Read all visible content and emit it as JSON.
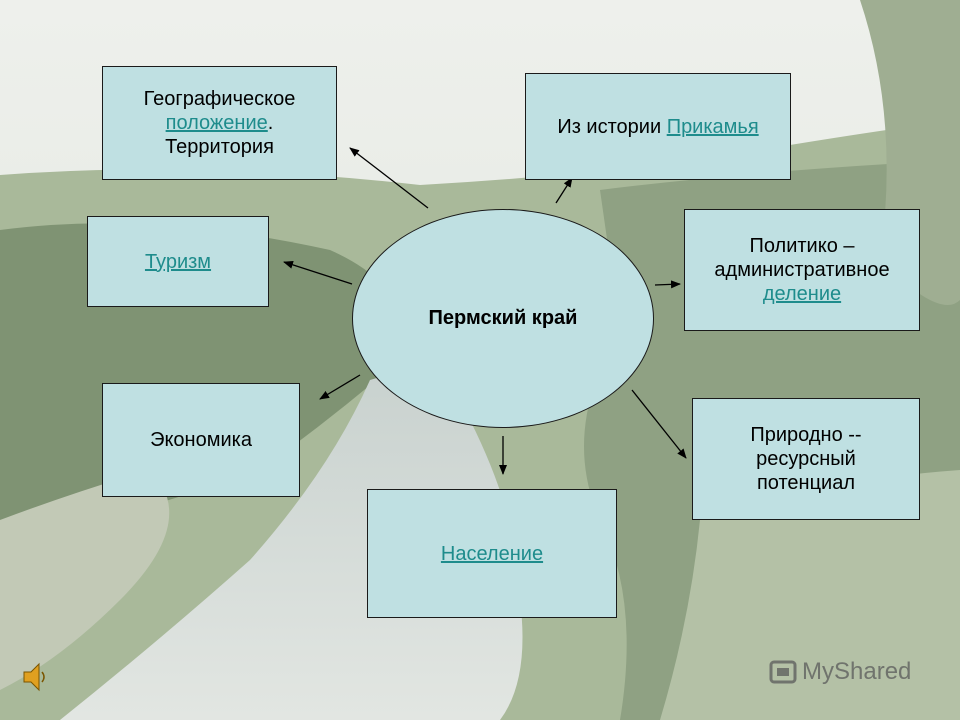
{
  "center": {
    "label": "Пермский край"
  },
  "boxes": {
    "geo": {
      "line1": "Географическое",
      "link": "положение",
      "after_link": ".",
      "line3": "Территория"
    },
    "history": {
      "text": "Из истории ",
      "link": "Прикамья"
    },
    "tourism": {
      "link": "Туризм"
    },
    "political": {
      "line1": "Политико –",
      "line2": "административное",
      "link": "деление"
    },
    "economy": {
      "text": "Экономика"
    },
    "natural": {
      "line1": "Природно --",
      "line2": "ресурсный",
      "line3": "потенциал"
    },
    "population": {
      "link": "Население"
    }
  },
  "watermark": {
    "text": "MyShared"
  },
  "colors": {
    "box_fill": "#bfe0e2",
    "link": "#1e8c8c",
    "border": "#1a1a1a"
  }
}
